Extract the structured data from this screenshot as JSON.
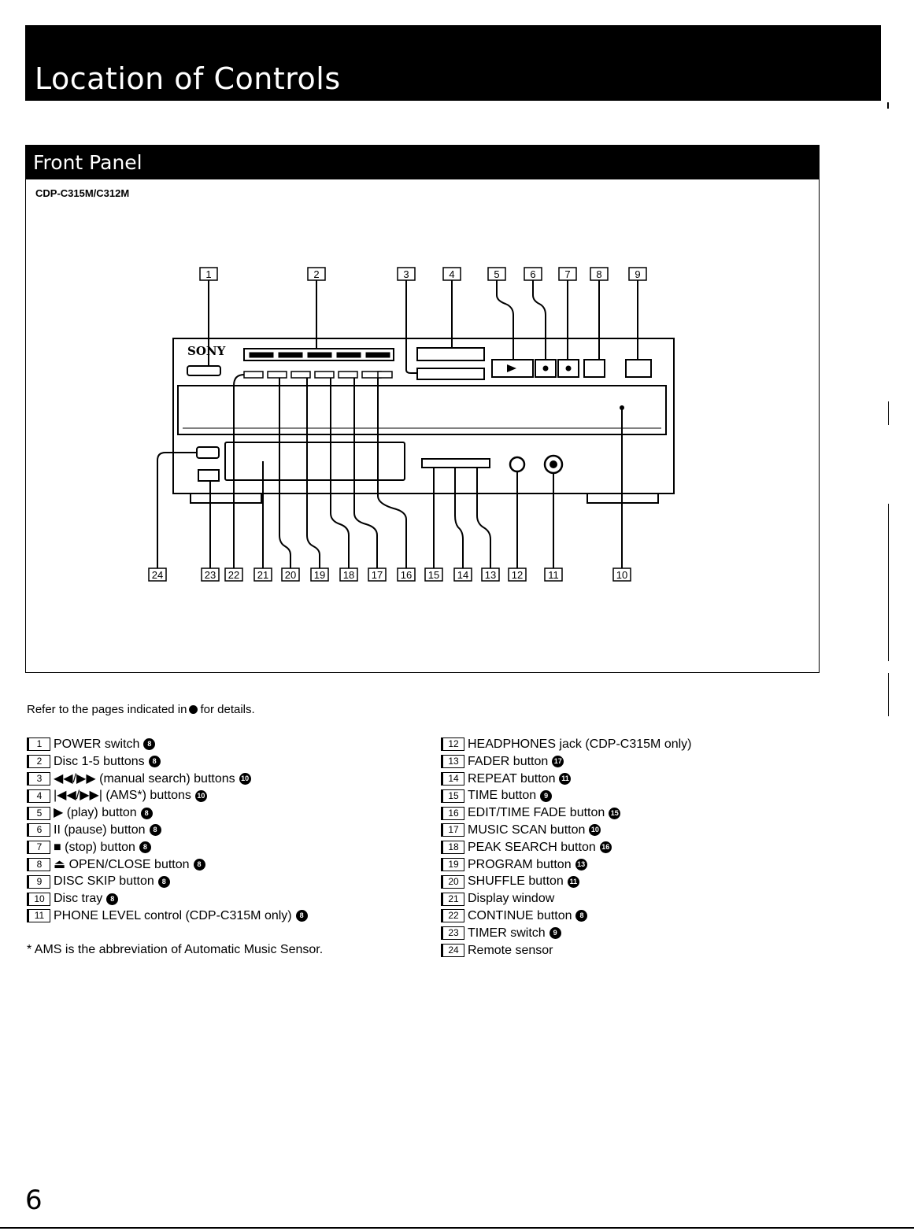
{
  "page": {
    "title": "Location of Controls",
    "section": "Front Panel",
    "model": "CDP-C315M/C312M",
    "page_number": "6"
  },
  "diagram": {
    "brand": "SONY",
    "top_callouts": [
      "1",
      "2",
      "3",
      "4",
      "5",
      "6",
      "7",
      "8",
      "9"
    ],
    "bottom_callouts": [
      "24",
      "23",
      "22",
      "21",
      "20",
      "19",
      "18",
      "17",
      "16",
      "15",
      "14",
      "13",
      "12",
      "11",
      "10"
    ]
  },
  "notes": {
    "refer_before": "Refer to the pages indicated in",
    "refer_after": "for details.",
    "footnote": "* AMS is the abbreviation of Automatic Music Sensor."
  },
  "left_items": [
    {
      "num": "1",
      "label": "POWER switch",
      "page": "8"
    },
    {
      "num": "2",
      "label": "Disc 1-5 buttons",
      "page": "8"
    },
    {
      "num": "3",
      "label": "◀◀/▶▶ (manual search) buttons",
      "page": "10"
    },
    {
      "num": "4",
      "label": "|◀◀/▶▶| (AMS*) buttons",
      "page": "10"
    },
    {
      "num": "5",
      "label": "▶ (play) button",
      "page": "8"
    },
    {
      "num": "6",
      "label": "II (pause) button",
      "page": "8"
    },
    {
      "num": "7",
      "label": "■ (stop) button",
      "page": "8"
    },
    {
      "num": "8",
      "label": "⏏ OPEN/CLOSE button",
      "page": "8"
    },
    {
      "num": "9",
      "label": "DISC SKIP button",
      "page": "8"
    },
    {
      "num": "10",
      "label": "Disc tray",
      "page": "8"
    },
    {
      "num": "11",
      "label": "PHONE LEVEL control (CDP-C315M only)",
      "page": "8"
    }
  ],
  "right_items": [
    {
      "num": "12",
      "label": "HEADPHONES jack (CDP-C315M only)",
      "page": ""
    },
    {
      "num": "13",
      "label": "FADER button",
      "page": "17"
    },
    {
      "num": "14",
      "label": "REPEAT button",
      "page": "11"
    },
    {
      "num": "15",
      "label": "TIME button",
      "page": "9"
    },
    {
      "num": "16",
      "label": "EDIT/TIME FADE button",
      "page": "15"
    },
    {
      "num": "17",
      "label": "MUSIC SCAN button",
      "page": "10"
    },
    {
      "num": "18",
      "label": "PEAK SEARCH button",
      "page": "16"
    },
    {
      "num": "19",
      "label": "PROGRAM button",
      "page": "13"
    },
    {
      "num": "20",
      "label": "SHUFFLE button",
      "page": "11"
    },
    {
      "num": "21",
      "label": "Display window",
      "page": ""
    },
    {
      "num": "22",
      "label": "CONTINUE button",
      "page": "8"
    },
    {
      "num": "23",
      "label": "TIMER switch",
      "page": "9"
    },
    {
      "num": "24",
      "label": "Remote sensor",
      "page": ""
    }
  ]
}
